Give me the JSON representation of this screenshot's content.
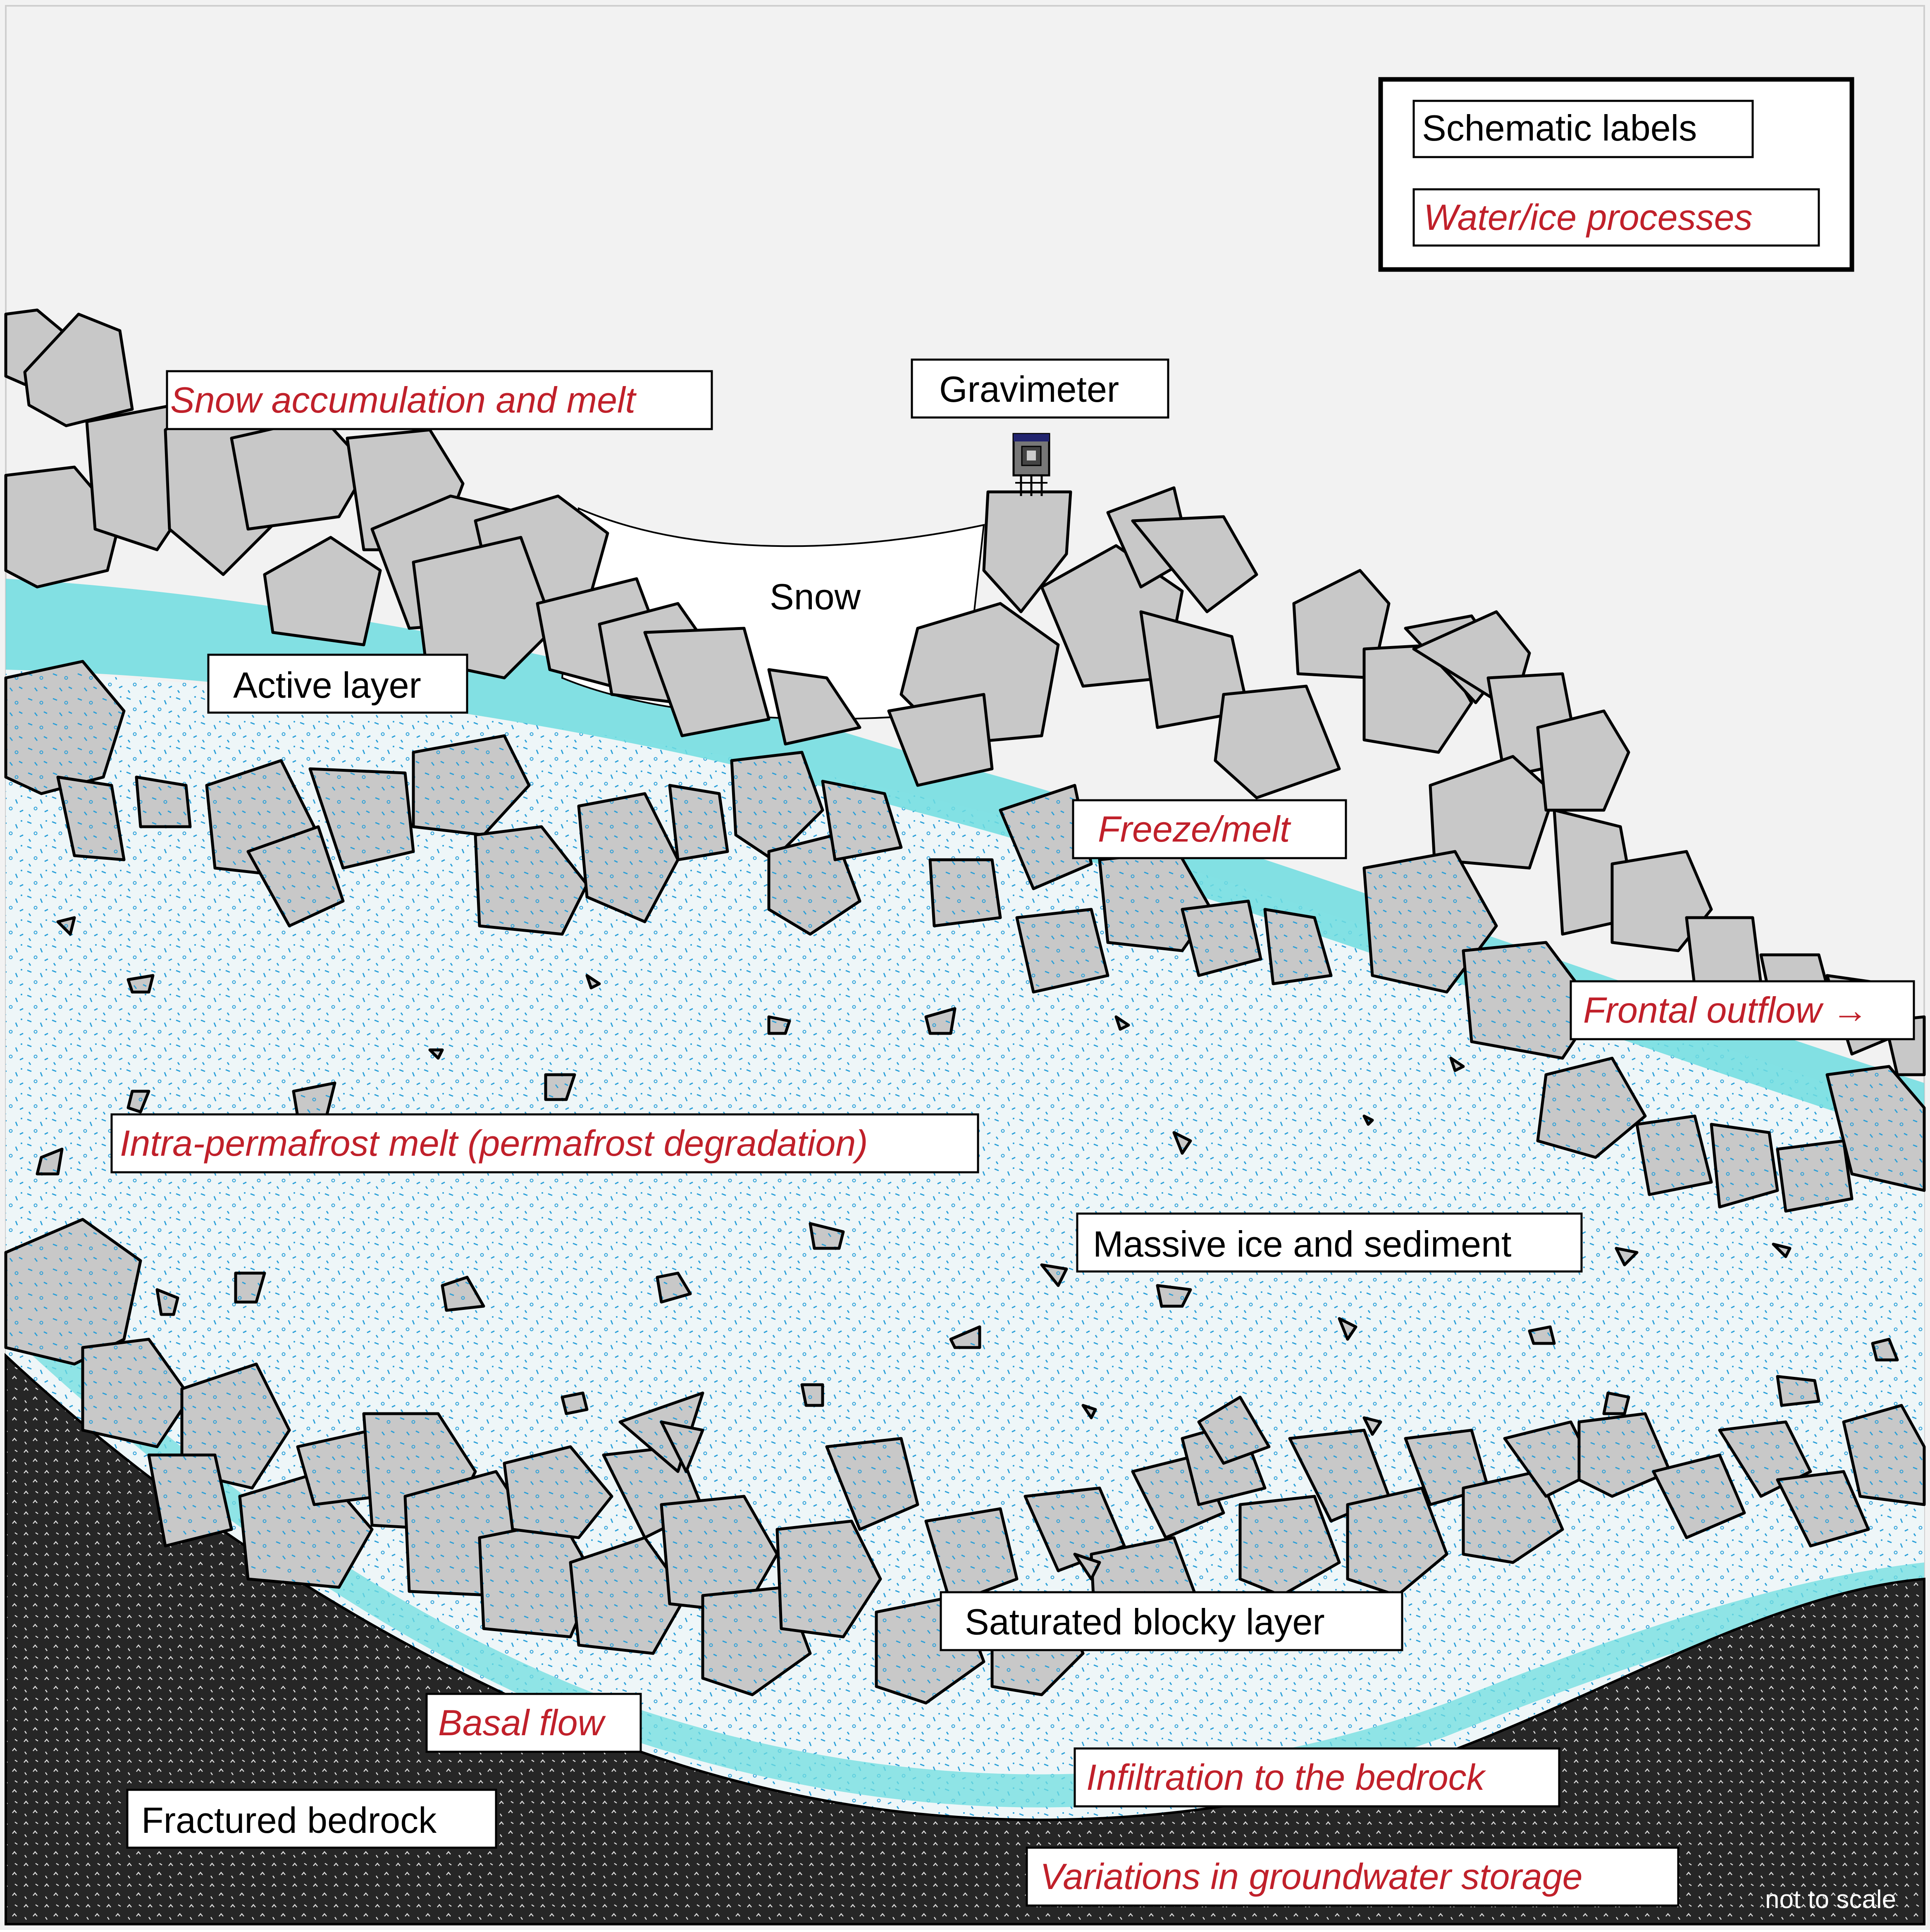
{
  "legend": {
    "schematic_label": "Schematic labels",
    "process_label": "Water/ice processes"
  },
  "labels": {
    "gravimeter": "Gravimeter",
    "snow": "Snow",
    "active_layer": "Active layer",
    "massive_ice": "Massive ice and sediment",
    "saturated_layer": "Saturated blocky layer",
    "bedrock": "Fractured bedrock",
    "not_to_scale": "not to scale"
  },
  "processes": {
    "snow_melt": "Snow accumulation and melt",
    "freeze_melt": "Freeze/melt",
    "frontal_outflow": "Frontal outflow →",
    "intra_permafrost": "Intra-permafrost melt (permafrost degradation)",
    "basal_flow": "Basal flow",
    "infiltration": "Infiltration to the bedrock",
    "groundwater": "Variations in groundwater storage"
  },
  "colors": {
    "sky": "#f2f2f2",
    "rock": "#c8c8c8",
    "water": "#6fdde0",
    "ice_fill": "#eef6f8",
    "ice_speckle": "#2a9fd8",
    "bedrock": "#262626",
    "process_text": "#c0202a"
  }
}
